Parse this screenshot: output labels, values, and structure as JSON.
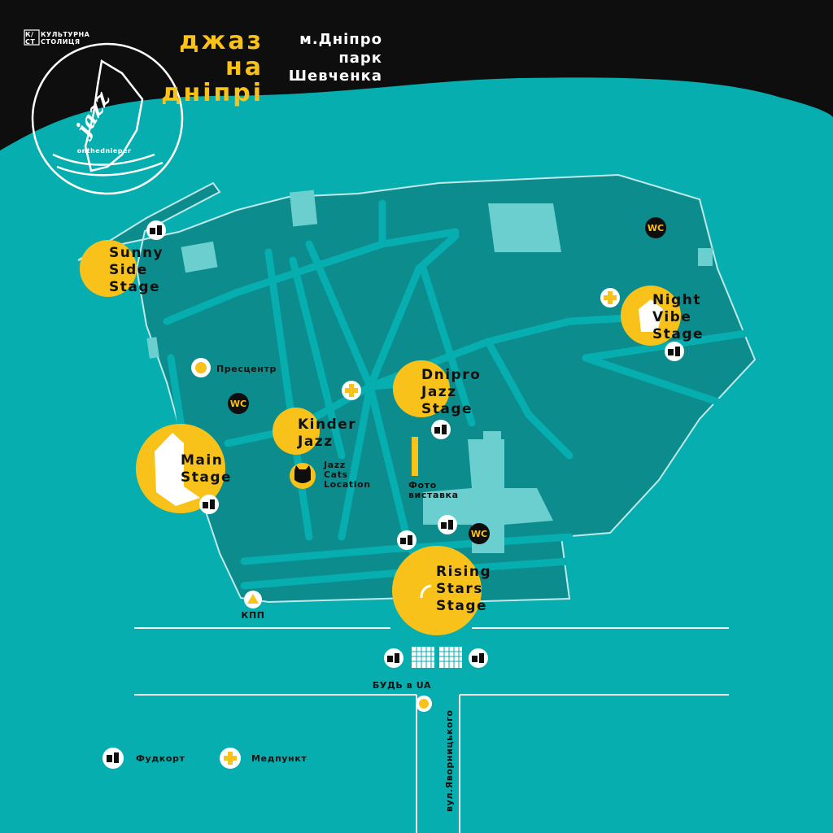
{
  "header": {
    "brand_top": "КУЛЬТУРНА",
    "brand_bottom": "СТОЛИЦЯ",
    "brand_box_top": "К/",
    "brand_box_bottom": "СТ",
    "title_line1": "джаз",
    "title_line2": "на",
    "title_line3": "дніпрі",
    "location_line1": "м.Дніпро",
    "location_line2": "парк",
    "location_line3": "Шевченка",
    "logo_word": "jazz",
    "logo_sub": "onthednieper"
  },
  "stages": {
    "sunny_1": "Sunny",
    "sunny_2": "Side",
    "sunny_3": "Stage",
    "night_1": "Night",
    "night_2": "Vibe",
    "night_3": "Stage",
    "dnipro_1": "Dnipro",
    "dnipro_2": "Jazz",
    "dnipro_3": "Stage",
    "kinder_1": "Kinder",
    "kinder_2": "Jazz",
    "main_1": "Main",
    "main_2": "Stage",
    "rising_1": "Rising",
    "rising_2": "Stars",
    "rising_3": "Stage"
  },
  "places": {
    "press_center": "Пресцентр",
    "jazz_cats_1": "Jazz",
    "jazz_cats_2": "Cats",
    "jazz_cats_3": "Location",
    "photo_1": "Фото",
    "photo_2": "виставка",
    "checkpoint": "КПП",
    "budy": "БУДЬ в UA",
    "street": "вул.Яворницького",
    "wc": "WC"
  },
  "legend": {
    "food": "Фудкорт",
    "medic": "Медпункт"
  },
  "colors": {
    "sea": "#06aeb0",
    "park": "#0d8c8d",
    "building": "#6ccfcf",
    "stage_yellow": "#f9c21a",
    "dark": "#0e0e0e"
  }
}
